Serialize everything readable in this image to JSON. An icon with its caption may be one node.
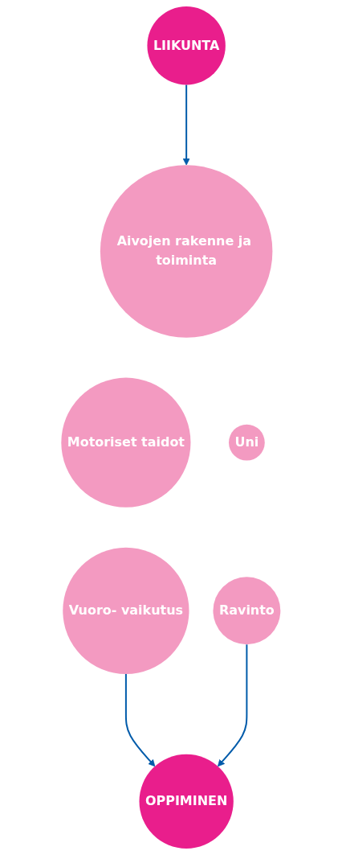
{
  "diagram": {
    "nodes": [
      {
        "text": [
          "LIIKUNTA"
        ]
      },
      {
        "text": [
          "Aivojen rakenne ja toiminta"
        ]
      },
      {
        "text": [
          "Motoriset taidot"
        ]
      },
      {
        "text": [
          "Uni"
        ]
      },
      {
        "text": [
          "Vuoro- vaikutus"
        ]
      },
      {
        "text": [
          "Ravinto"
        ]
      },
      {
        "text": [
          "OPPIMINEN"
        ]
      }
    ],
    "edges": [
      {
        "from": 0,
        "to": 1,
        "arrow": "to"
      },
      {
        "from": 4,
        "to": 6,
        "arrow": "to"
      },
      {
        "from": 5,
        "to": 6,
        "arrow": "to"
      }
    ]
  }
}
